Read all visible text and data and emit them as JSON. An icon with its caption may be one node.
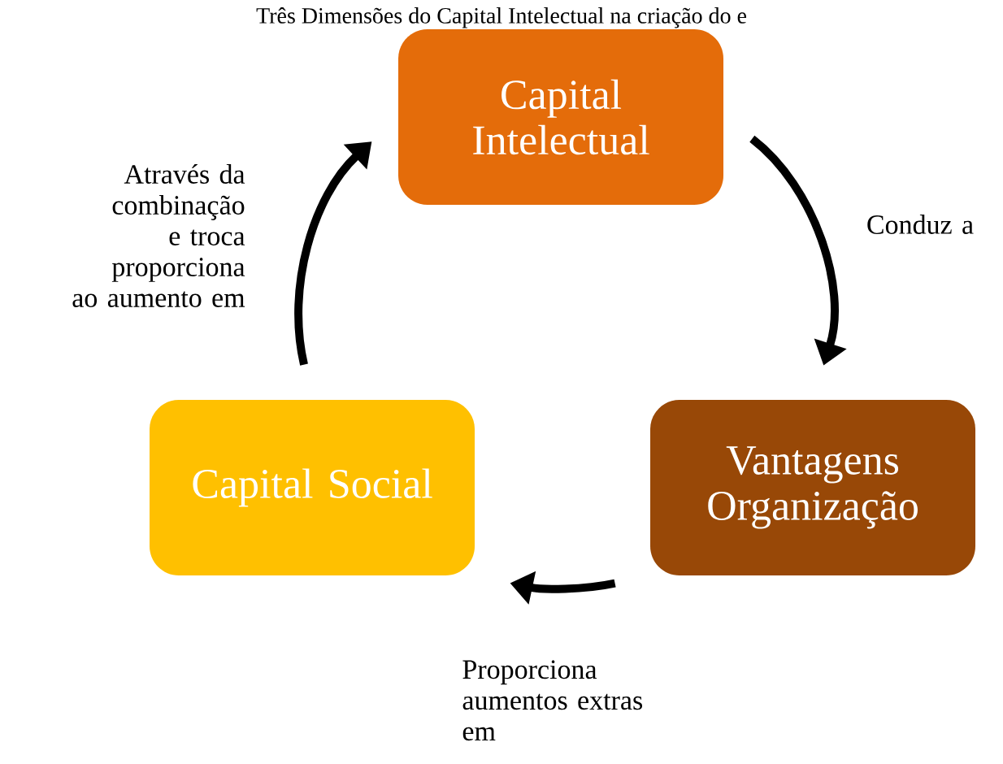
{
  "diagram": {
    "title": "Três Dimensões do Capital Intelectual na criação do e",
    "nodes": [
      {
        "text": [
          "Capital Intelectual"
        ]
      },
      {
        "text": [
          "Vantagens Organização"
        ]
      },
      {
        "text": [
          "Capital Social"
        ]
      }
    ],
    "edges": [
      {
        "from": 0,
        "to": 1,
        "arrow": "to",
        "label": "Conduz a"
      },
      {
        "from": 1,
        "to": 2,
        "arrow": "to",
        "label": "Proporciona aumentos extras em"
      },
      {
        "from": 2,
        "to": 0,
        "arrow": "to",
        "label": "Através da combinação e troca proporciona ao aumento em"
      }
    ]
  }
}
